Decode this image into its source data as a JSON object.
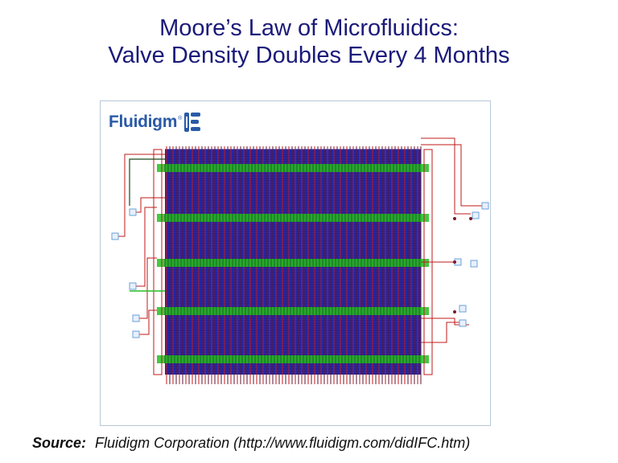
{
  "slide": {
    "title_line1": "Moore’s Law of Microfluidics:",
    "title_line2": "Valve Density Doubles Every 4 Months"
  },
  "figure": {
    "logo_text": "Fluidigm",
    "logo_tm": "®",
    "colors": {
      "flow_lines": "#1a1a9a",
      "control_lines": "#c01818",
      "valve_bands": "#22c022",
      "port_pads": "#6aa0d8"
    }
  },
  "source": {
    "label": "Source:",
    "text": "Fluidigm Corporation (http://www.fluidigm.com/didIFC.htm)"
  }
}
